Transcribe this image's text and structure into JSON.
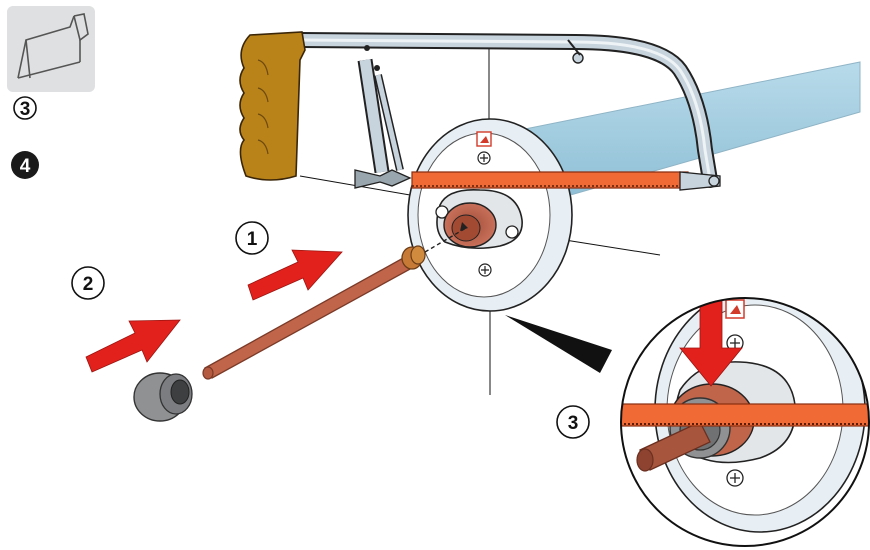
{
  "sidebar": {
    "tool_icon": "hacksaw-icon",
    "step_ref": "3",
    "step_current": "4"
  },
  "callouts": {
    "one": "1",
    "two": "2",
    "three": "3"
  },
  "colors": {
    "frame": "#c7d3dd",
    "handle": "#b9831a",
    "blade": "#ef6a35",
    "pipe": "#c0654a",
    "arrow": "#e2211c",
    "bush": "#8f9193"
  }
}
